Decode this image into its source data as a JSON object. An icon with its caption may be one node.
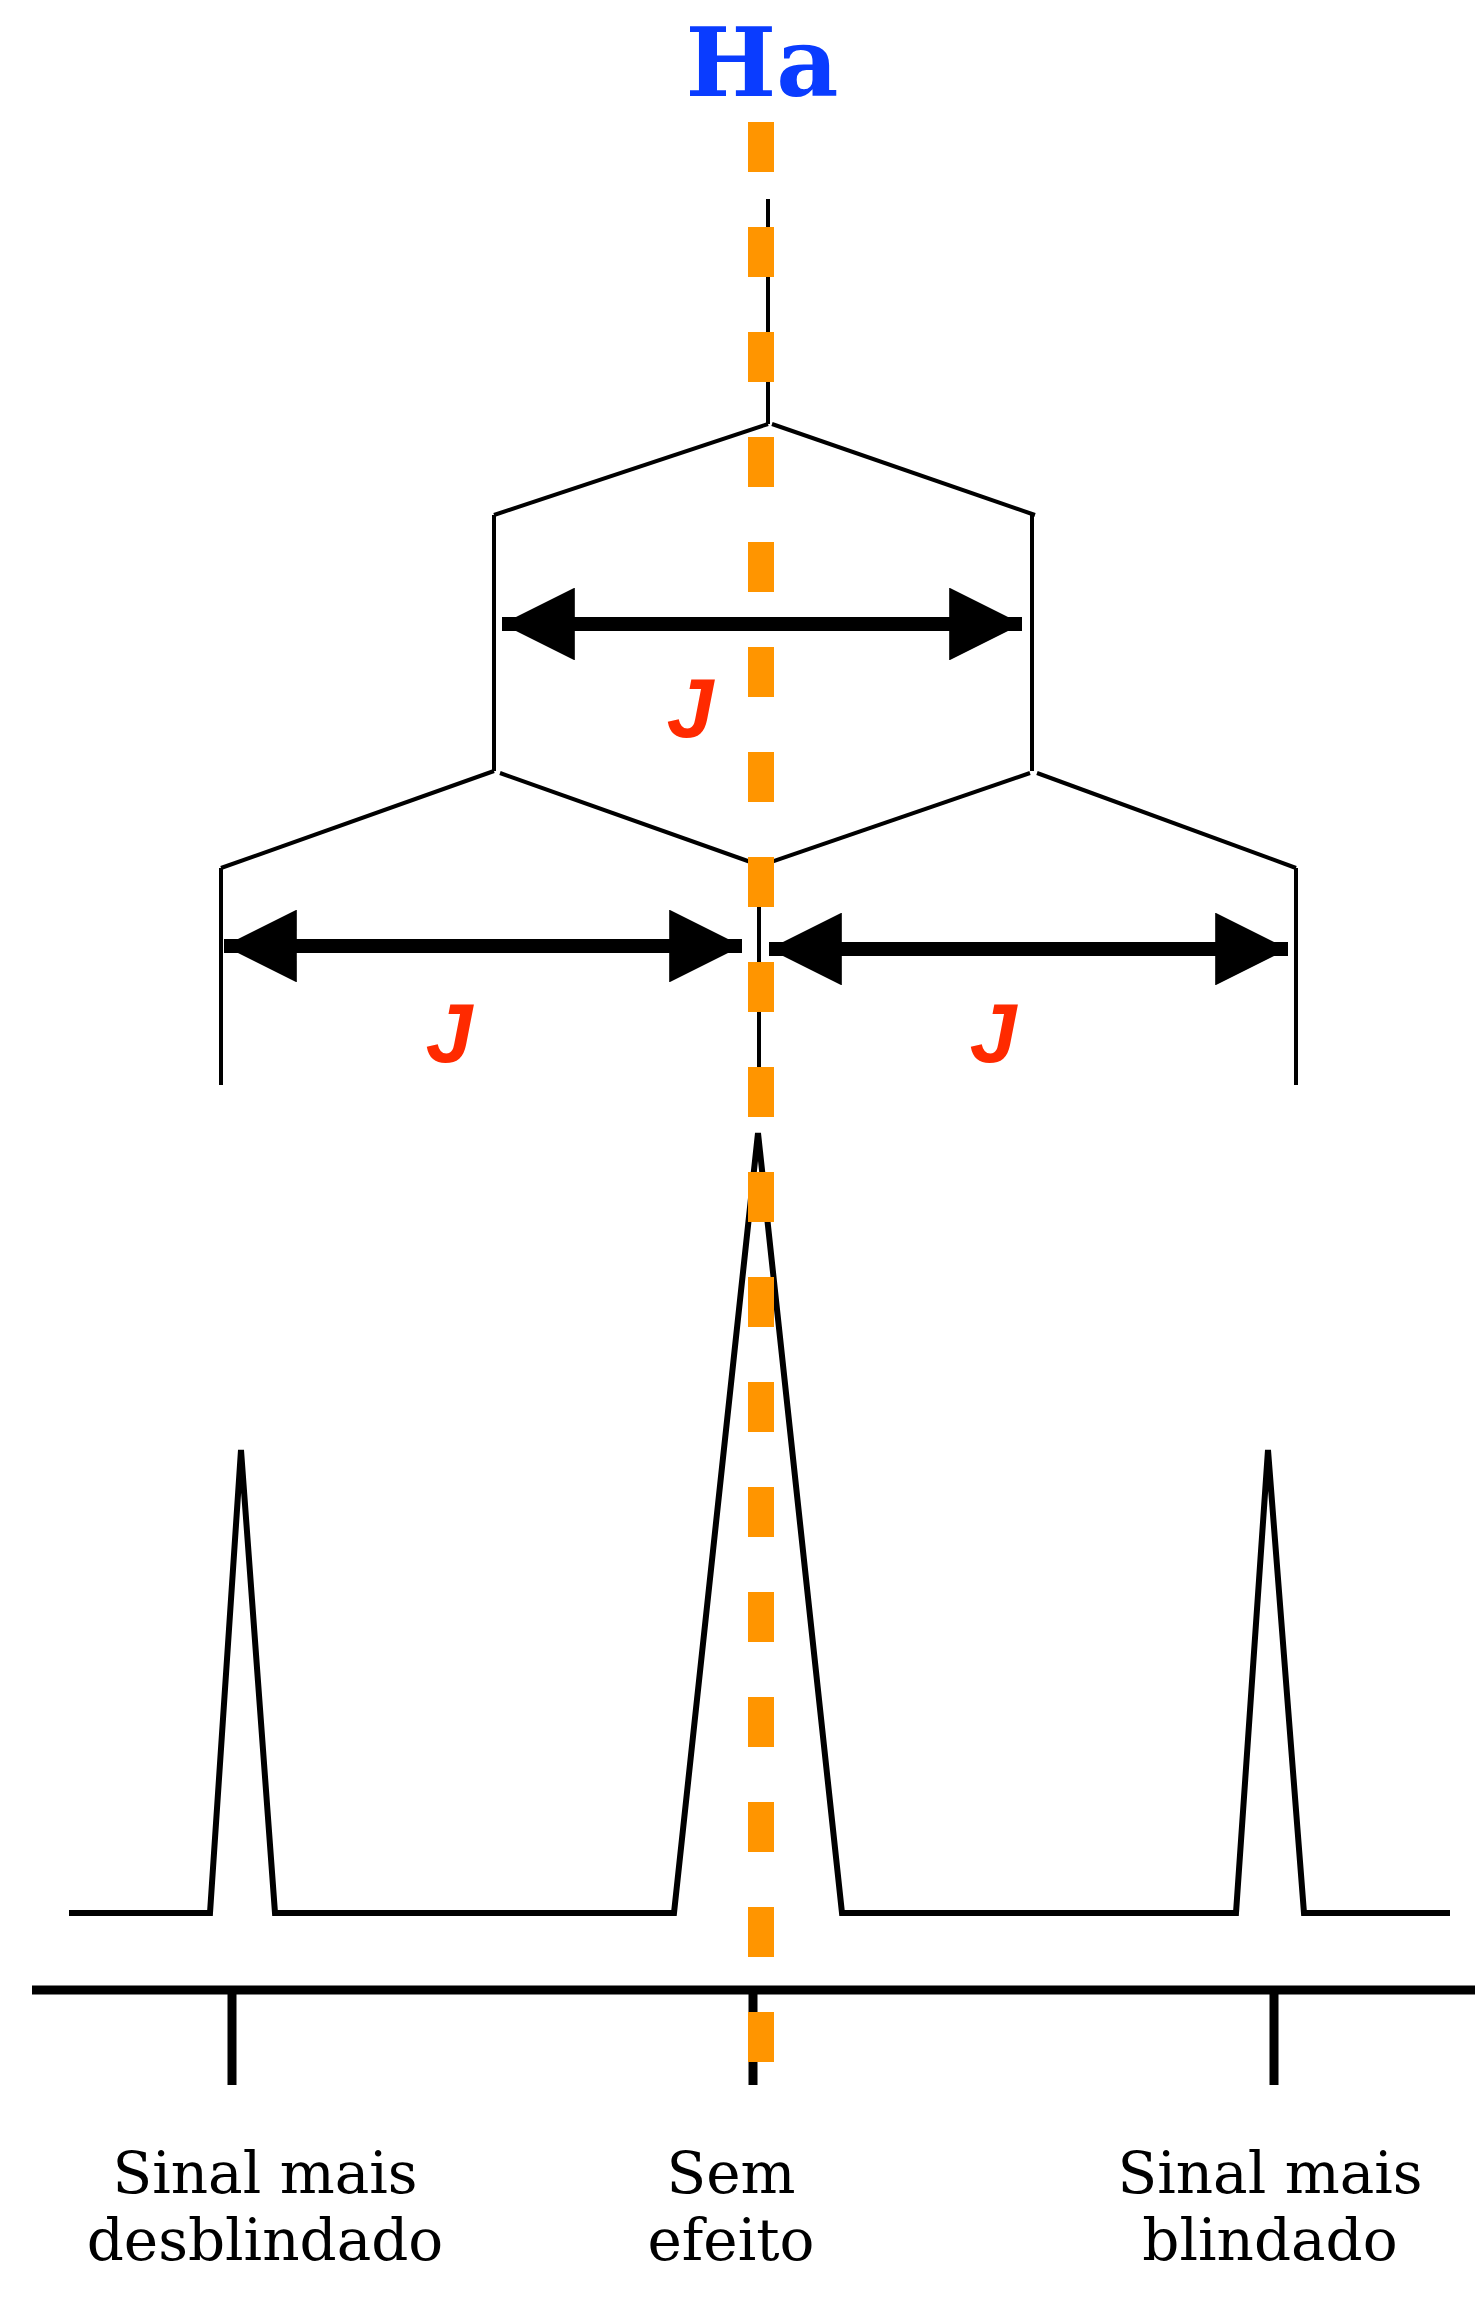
{
  "diagram": {
    "labels": [
      "Ha",
      "J",
      "J",
      "J",
      "Sinal mais desblindado",
      "Sem efeito",
      "Sinal mais blindado"
    ]
  }
}
